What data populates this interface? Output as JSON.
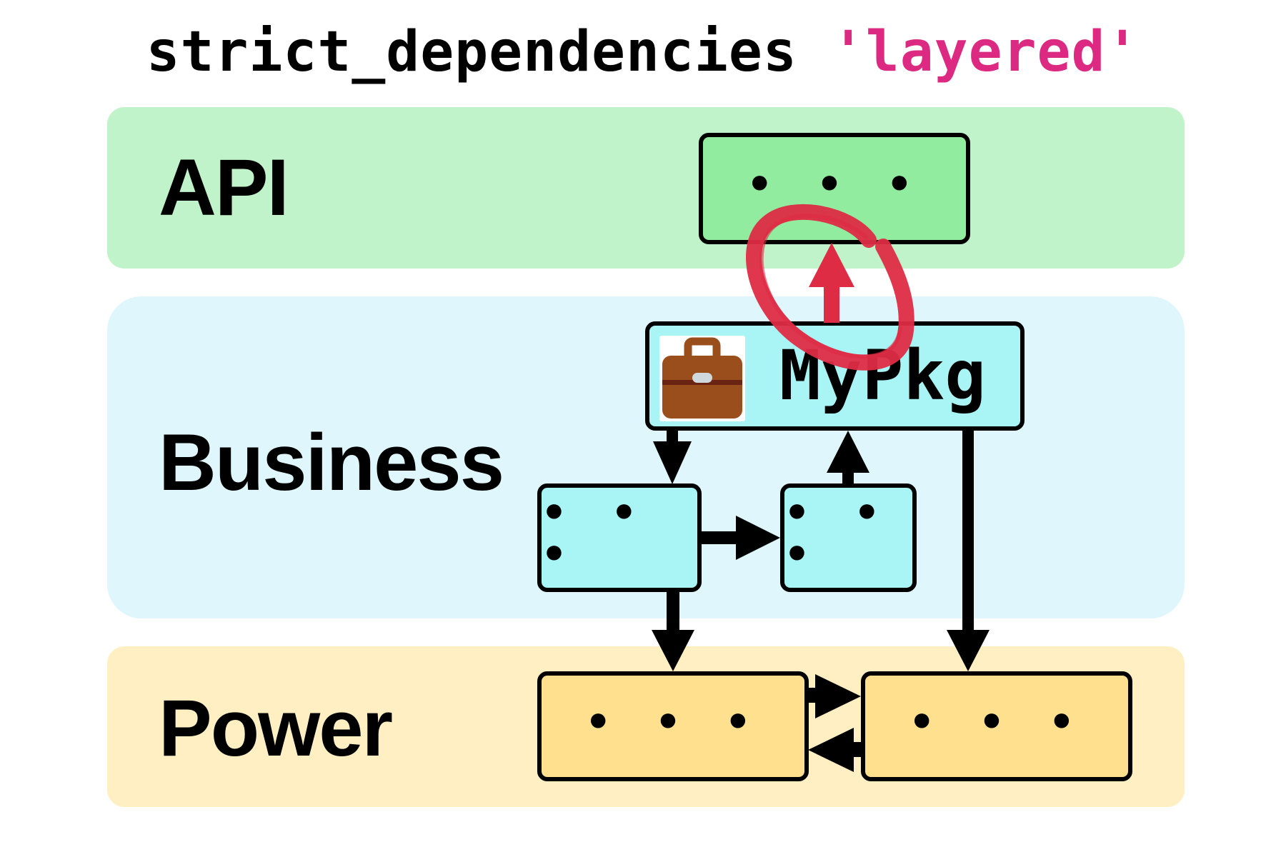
{
  "title": {
    "code": "strict_dependencies",
    "argument": "'layered'"
  },
  "colors": {
    "api_band": "#c0f3c9",
    "api_box": "#92eca0",
    "business_band": "#dff7fc",
    "business_box": "#a9f4f5",
    "power_band": "#ffefc2",
    "power_box": "#ffe08f",
    "string_accent": "#dc2a82",
    "violation": "#de2c45",
    "briefcase": "#9a4e1c"
  },
  "layers": [
    {
      "name": "API"
    },
    {
      "name": "Business"
    },
    {
      "name": "Power"
    }
  ],
  "packages": {
    "api_pkg": {
      "label": "• • •"
    },
    "mypkg": {
      "label": "MyPkg",
      "icon": "briefcase-icon"
    },
    "business_pkg_1": {
      "label": "• • •"
    },
    "business_pkg_2": {
      "label": "• • •"
    },
    "power_pkg_1": {
      "label": "• • •"
    },
    "power_pkg_2": {
      "label": "• • •"
    }
  },
  "dependencies": [
    {
      "from": "mypkg",
      "to": "api_pkg",
      "violation": true
    },
    {
      "from": "mypkg",
      "to": "business_pkg_1",
      "violation": false
    },
    {
      "from": "business_pkg_1",
      "to": "business_pkg_2",
      "violation": false
    },
    {
      "from": "business_pkg_2",
      "to": "mypkg",
      "violation": false
    },
    {
      "from": "business_pkg_1",
      "to": "power_pkg_1",
      "violation": false
    },
    {
      "from": "mypkg",
      "to": "power_pkg_2",
      "violation": false
    },
    {
      "from": "power_pkg_1",
      "to": "power_pkg_2",
      "violation": false
    },
    {
      "from": "power_pkg_2",
      "to": "power_pkg_1",
      "violation": false
    }
  ]
}
